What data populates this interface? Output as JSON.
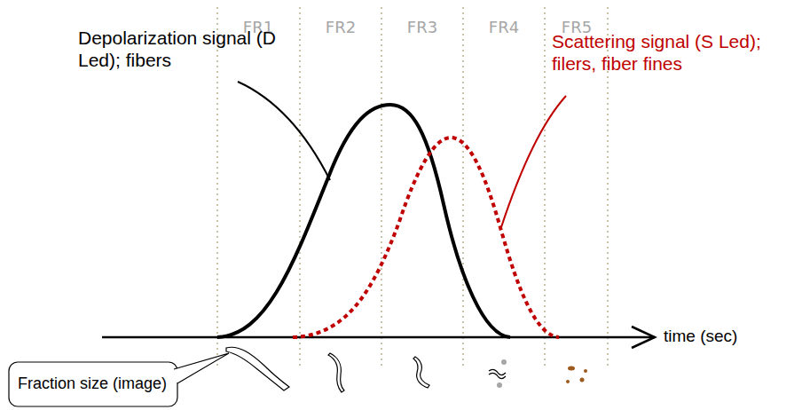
{
  "diagram": {
    "nodes": [
      {
        "text": [
          "Fraction size (image)"
        ]
      }
    ],
    "labels": [
      "FR1",
      "FR2",
      "FR3",
      "FR4",
      "FR5",
      "Depolarization signal (D Led); fibers",
      "Scattering signal (S Led); filers, fiber fines",
      "time (sec)"
    ]
  }
}
